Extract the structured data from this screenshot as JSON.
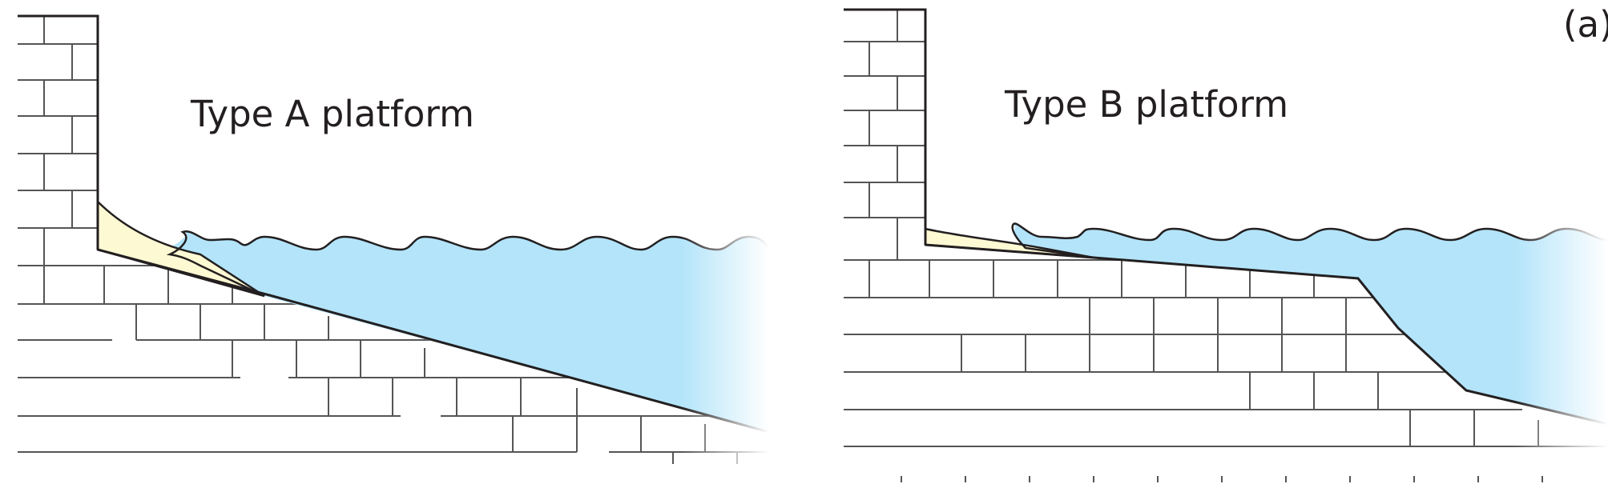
{
  "panel_label": "(a)",
  "left_panel": {
    "title": "Type A platform"
  },
  "right_panel": {
    "title": "Type B platform"
  },
  "colors": {
    "water": "#b3e4fa",
    "beach_deposit": "#fdf9d3",
    "outline": "#231f20",
    "brick_line": "#4a4a4a"
  }
}
